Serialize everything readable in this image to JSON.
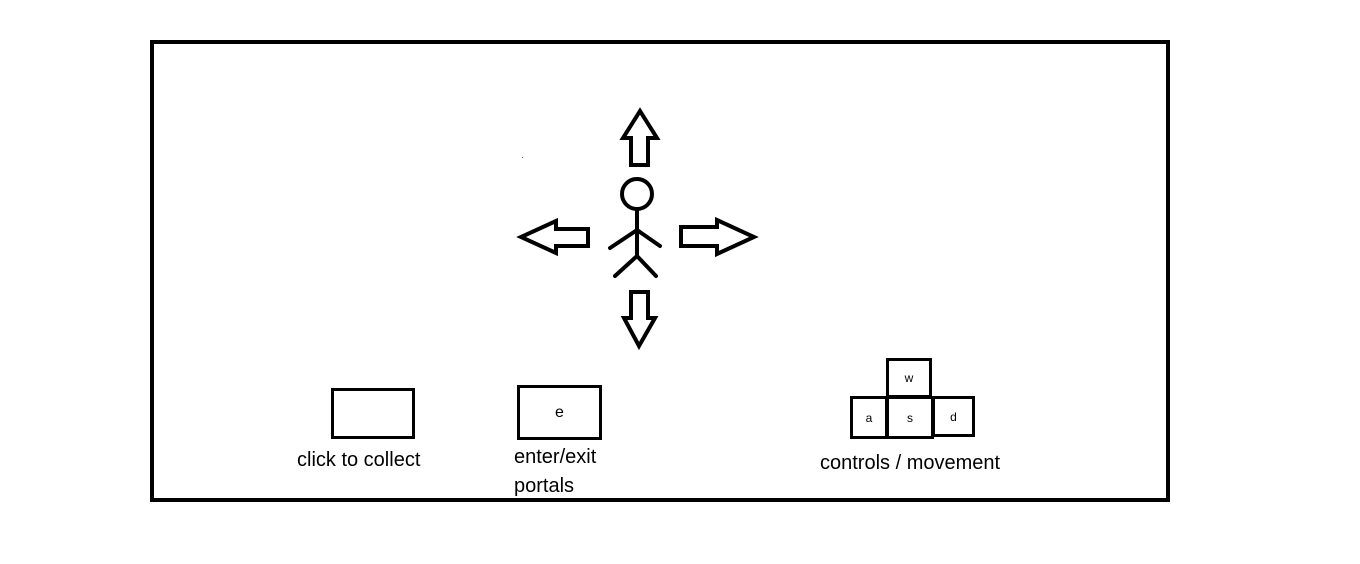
{
  "controls": {
    "collect": {
      "icon": "cursor-arrow-icon",
      "caption": "click to collect"
    },
    "portal": {
      "key": "e",
      "caption_line1": "enter/exit",
      "caption_line2": "portals"
    },
    "movement": {
      "keys": {
        "up": "w",
        "left": "a",
        "down": "s",
        "right": "d"
      },
      "caption": "controls / movement"
    }
  },
  "colors": {
    "ink": "#000000",
    "paper": "#ffffff"
  }
}
